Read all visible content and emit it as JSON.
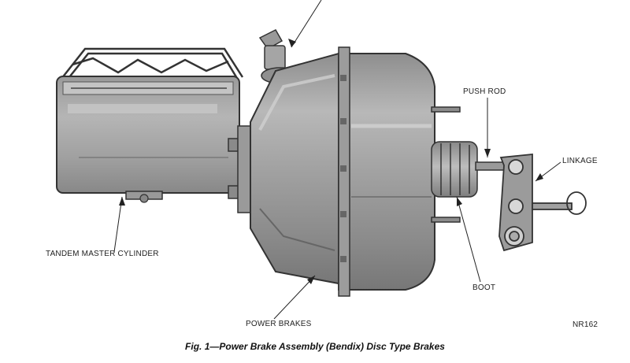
{
  "labels": {
    "push_rod": "PUSH ROD",
    "linkage": "LINKAGE",
    "tandem_master_cylinder": "TANDEM MASTER CYLINDER",
    "boot": "BOOT",
    "power_brakes": "POWER BRAKES",
    "figure_code": "NR162"
  },
  "caption": "Fig. 1—Power Brake Assembly (Bendix) Disc Type Brakes"
}
